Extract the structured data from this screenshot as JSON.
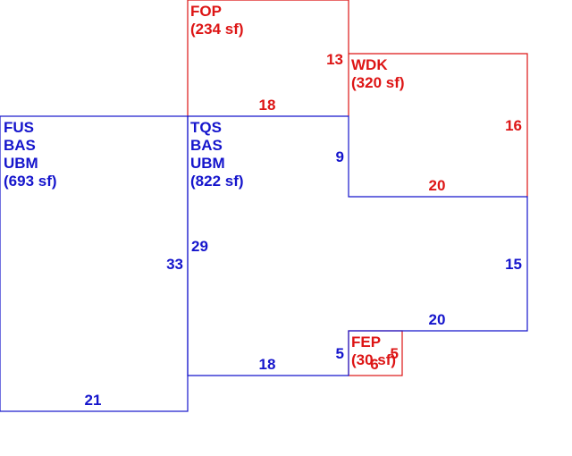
{
  "colors": {
    "living": "#1515cc",
    "exterior": "#dd1515",
    "background": "#ffffff"
  },
  "areas": [
    {
      "code": "FOP",
      "area": "(234 sf)",
      "dims": [
        "13",
        "18"
      ]
    },
    {
      "code": "WDK",
      "area": "(320 sf)",
      "dims": [
        "16",
        "20"
      ]
    },
    {
      "codes": [
        "FUS",
        "BAS",
        "UBM"
      ],
      "area": "(693 sf)",
      "dims": [
        "33",
        "21"
      ]
    },
    {
      "codes": [
        "TQS",
        "BAS",
        "UBM"
      ],
      "area": "(822 sf)",
      "dims": [
        "9",
        "29",
        "15",
        "20",
        "18",
        "5"
      ]
    },
    {
      "code": "FEP",
      "area": "(30 sf)",
      "dims": [
        "6",
        "5"
      ]
    }
  ]
}
